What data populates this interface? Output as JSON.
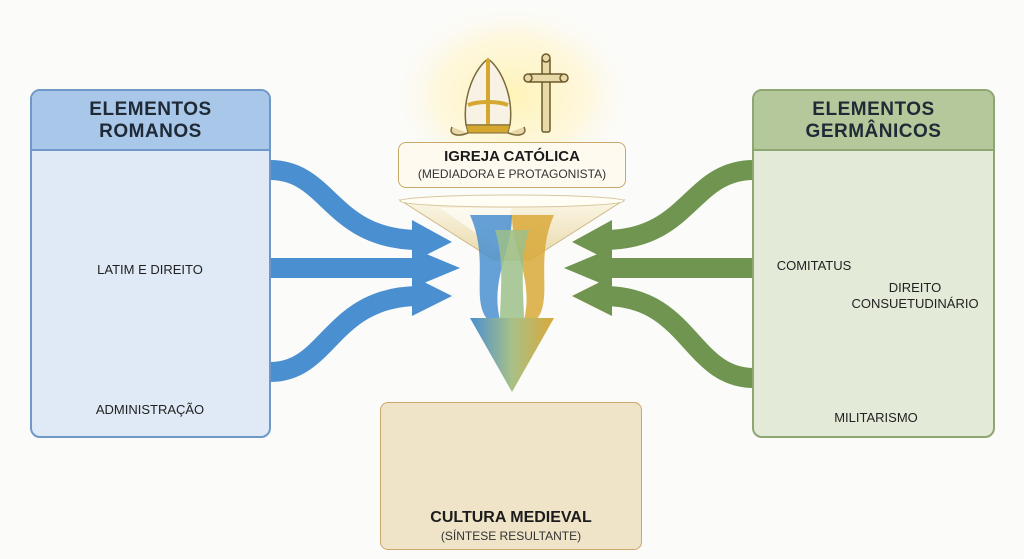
{
  "roman": {
    "title_line1": "ELEMENTOS",
    "title_line2": "ROMANOS",
    "items": [
      {
        "label": "LATIM E DIREITO"
      },
      {
        "label": "ADMINISTRAÇÃO"
      }
    ],
    "color": "#a9c7e8",
    "arrow_color": "#4a8fd0"
  },
  "germanic": {
    "title_line1": "ELEMENTOS",
    "title_line2": "GERMÂNICOS",
    "items": [
      {
        "label": "COMITATUS"
      },
      {
        "label_line1": "DIREITO",
        "label_line2": "CONSUETUDINÁRIO"
      },
      {
        "label": "MILITARISMO"
      }
    ],
    "color": "#b4c89b",
    "arrow_color": "#6f9550"
  },
  "church": {
    "title": "IGREJA CATÓLICA",
    "subtitle": "(MEDIADORA E PROTAGONISTA)"
  },
  "result": {
    "title": "CULTURA MEDIEVAL",
    "subtitle": "(SÍNTESE RESULTANTE)"
  }
}
